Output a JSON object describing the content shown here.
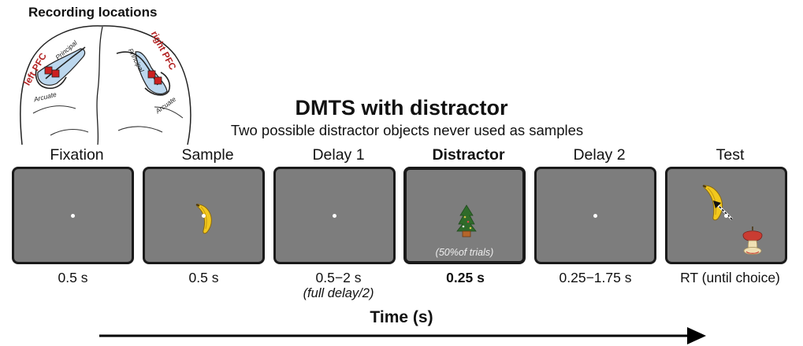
{
  "recording": {
    "title": "Recording locations",
    "left_label": "left PFC",
    "right_label": "right PFC",
    "sulcus_principal": "Principal",
    "sulcus_arcuate": "Arcuate"
  },
  "task": {
    "title": "DMTS with distractor",
    "subtitle": "Two possible distractor objects never used as samples"
  },
  "epochs": [
    {
      "label": "Fixation",
      "duration": "0.5 s"
    },
    {
      "label": "Sample",
      "duration": "0.5 s"
    },
    {
      "label": "Delay 1",
      "duration": "0.5−2 s",
      "note": "(full delay/2)"
    },
    {
      "label": "Distractor",
      "duration": "0.25 s",
      "screen_note": "(50%of trials)"
    },
    {
      "label": "Delay 2",
      "duration": "0.25−1.75 s"
    },
    {
      "label": "Test",
      "duration": "RT (until choice)"
    }
  ],
  "axis": {
    "label": "Time (s)"
  },
  "icons": {
    "sample_object": "banana-icon",
    "distractor_object": "christmas-tree-icon",
    "test_match": "banana-icon",
    "test_nonmatch": "apple-core-icon",
    "saccade": "dashed-arrow-icon"
  },
  "colors": {
    "screen_gray": "#7d7d7d",
    "pfc_label_red": "#b22222",
    "recording_site_red": "#cc2020",
    "recording_area_blue": "#bcd7ee"
  }
}
